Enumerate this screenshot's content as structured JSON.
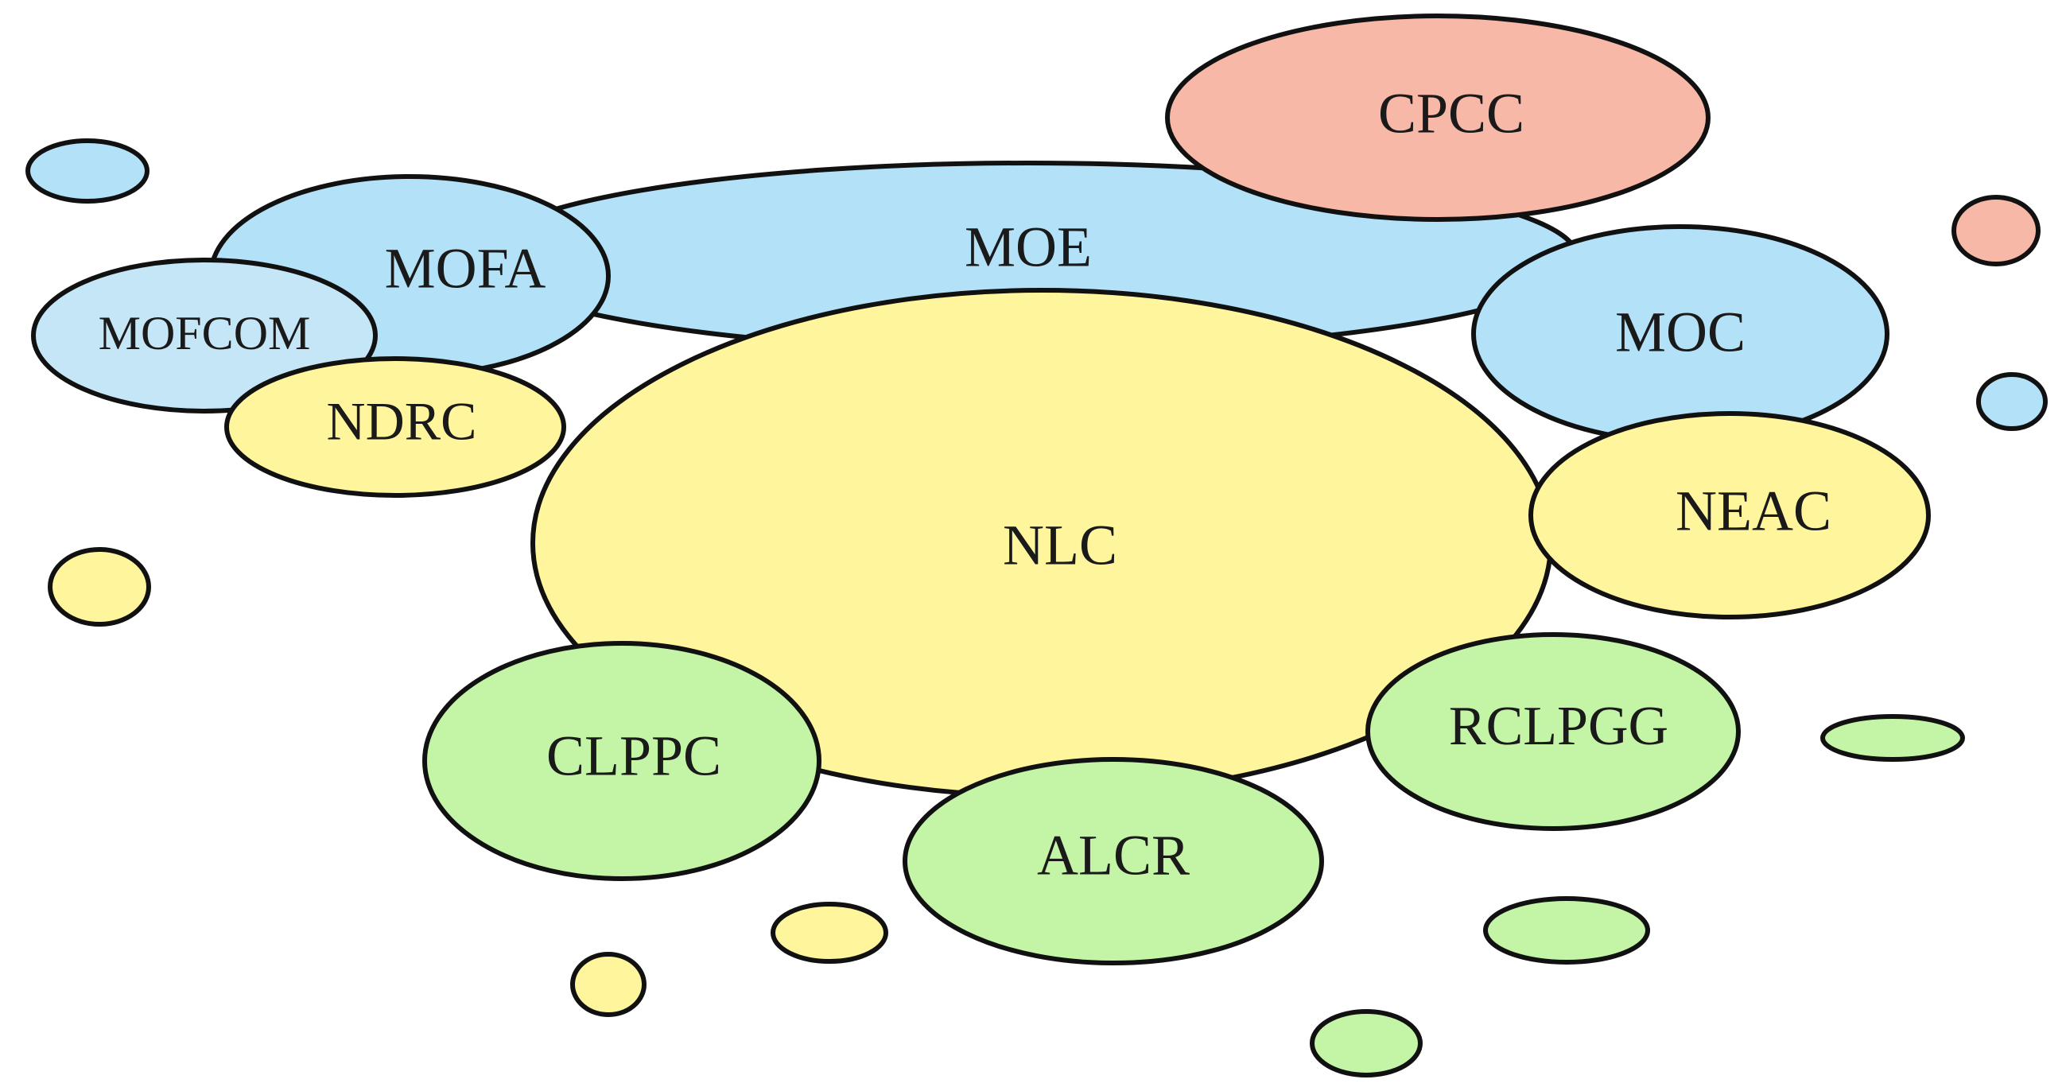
{
  "colors": {
    "blue": "#b3e2f8",
    "light_blue": "#c5e6f6",
    "yellow": "#fff59d",
    "green": "#c4f5a7",
    "red": "#f7b8a7",
    "outline": "#111111"
  },
  "nodes": [
    {
      "id": "moe",
      "label": "MOE",
      "color": "blue"
    },
    {
      "id": "cpcc",
      "label": "CPCC",
      "color": "red"
    },
    {
      "id": "mofa",
      "label": "MOFA",
      "color": "blue"
    },
    {
      "id": "mofcom",
      "label": "MOFCOM",
      "color": "light_blue"
    },
    {
      "id": "ndrc",
      "label": "NDRC",
      "color": "yellow"
    },
    {
      "id": "nlc",
      "label": "NLC",
      "color": "yellow"
    },
    {
      "id": "moc",
      "label": "MOC",
      "color": "blue"
    },
    {
      "id": "neac",
      "label": "NEAC",
      "color": "yellow"
    },
    {
      "id": "clppc",
      "label": "CLPPC",
      "color": "green"
    },
    {
      "id": "alcr",
      "label": "ALCR",
      "color": "green"
    },
    {
      "id": "rclpgg",
      "label": "RCLPGG",
      "color": "green"
    }
  ],
  "small_nodes": [
    {
      "color": "blue"
    },
    {
      "color": "red"
    },
    {
      "color": "blue"
    },
    {
      "color": "yellow"
    },
    {
      "color": "green"
    },
    {
      "color": "yellow"
    },
    {
      "color": "yellow"
    },
    {
      "color": "green"
    },
    {
      "color": "green"
    }
  ]
}
